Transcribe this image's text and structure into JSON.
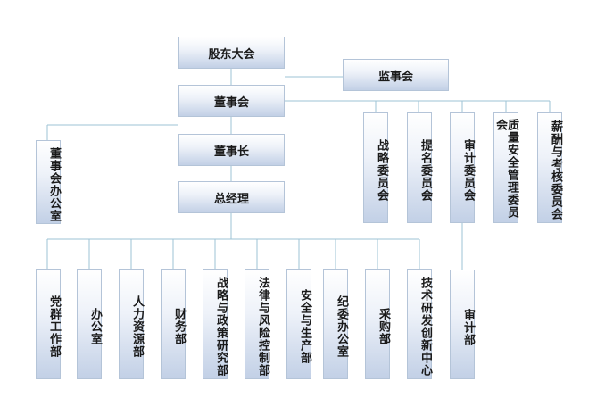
{
  "top": {
    "shareholders": "股东大会",
    "supervisors": "监事会",
    "board": "董事会",
    "chairman": "董事长",
    "board_office": "董事会办公室",
    "gm": "总经理"
  },
  "committees": [
    "战略委员会",
    "提名委员会",
    "审计委员会",
    "质量安全管理委员会",
    "薪酬与考核委员会"
  ],
  "audit_dept": "审计部",
  "departments": [
    "党群工作部",
    "办公室",
    "人力资源部",
    "财务部",
    "战略与政策研究部",
    "法律与风险控制部",
    "安全与生产部",
    "纪委办公室",
    "采购部",
    "技术研发创新中心"
  ]
}
